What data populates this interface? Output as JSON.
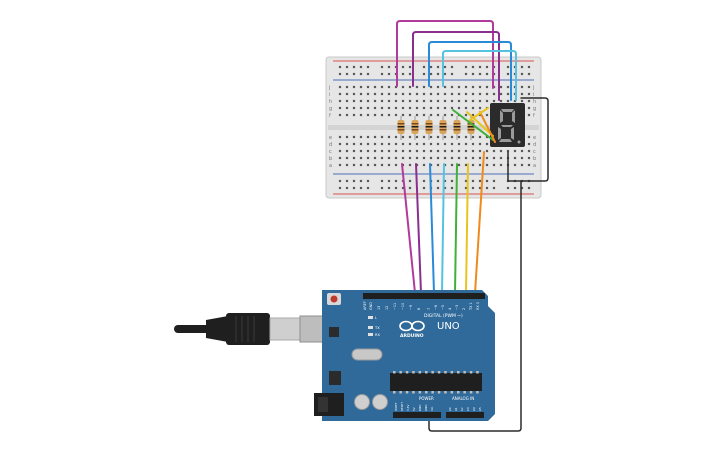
{
  "scene": {
    "background": "#ffffff"
  },
  "breadboard": {
    "row_letters_top": [
      "j",
      "i",
      "h",
      "g",
      "f"
    ],
    "row_letters_bottom": [
      "e",
      "d",
      "c",
      "b",
      "a"
    ],
    "colors": {
      "body": "#e6e6e6",
      "hole": "#595959",
      "rail_red": "#d9534f",
      "rail_blue": "#4a6fb5"
    }
  },
  "seven_segment": {
    "digit": "8",
    "body_color": "#2b2b2b",
    "segment_color": "#9a9a9a"
  },
  "arduino": {
    "logo_text": "ARDUINO",
    "model_text": "UNO",
    "digital_label": "DIGITAL (PWM ~)",
    "power_label": "POWER",
    "analog_label": "ANALOG IN",
    "board_color": "#2f6a9a",
    "header_labels": [
      "AREF",
      "GND",
      "13",
      "12",
      "~11",
      "~10",
      "~9",
      "8",
      "7",
      "~6",
      "~5",
      "4",
      "~3",
      "2",
      "TX 1",
      "RX 0"
    ],
    "led_labels": [
      "L",
      "TX",
      "RX"
    ],
    "power_pin_labels": [
      "IOREF",
      "RESET",
      "3.3V",
      "5V",
      "GND",
      "GND",
      "Vin"
    ],
    "analog_pin_labels": [
      "A0",
      "A1",
      "A2",
      "A3",
      "A4",
      "A5"
    ]
  },
  "usb_cable": {
    "colors": {
      "plug": "#1f1f1f",
      "metal": "#cfcfcf"
    }
  },
  "wires": {
    "colors": {
      "magenta": "#b13b9b",
      "purple": "#8b2f8f",
      "blue": "#2a8ad6",
      "cyan": "#55c2e0",
      "green": "#3fb13a",
      "yellow": "#e8c51e",
      "orange": "#f08a1b",
      "black": "#2b2b2b"
    }
  }
}
